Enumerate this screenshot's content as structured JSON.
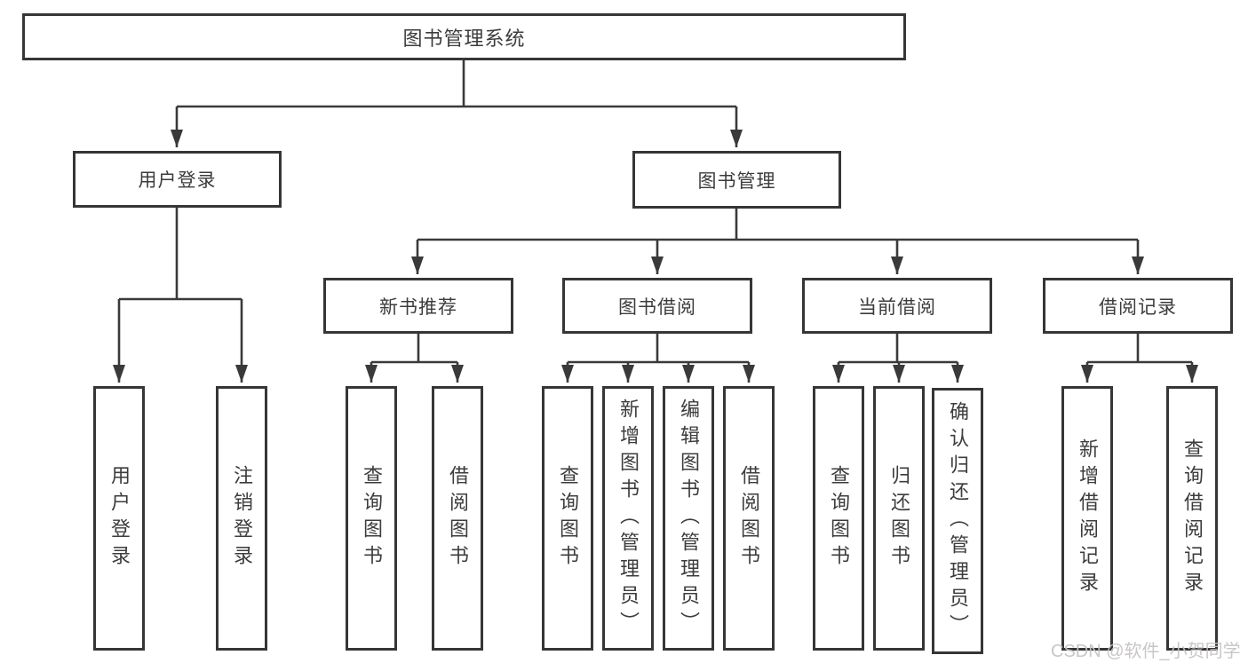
{
  "tree": {
    "root": {
      "label": "图书管理系统"
    },
    "branches": [
      {
        "label": "用户登录",
        "children": [
          {
            "label": "用户登录"
          },
          {
            "label": "注销登录"
          }
        ]
      },
      {
        "label": "图书管理",
        "groups": [
          {
            "label": "新书推荐",
            "children": [
              {
                "label": "查询图书"
              },
              {
                "label": "借阅图书"
              }
            ]
          },
          {
            "label": "图书借阅",
            "children": [
              {
                "label": "查询图书"
              },
              {
                "label": "新增图书（管理员）"
              },
              {
                "label": "编辑图书（管理员）"
              },
              {
                "label": "借阅图书"
              }
            ]
          },
          {
            "label": "当前借阅",
            "children": [
              {
                "label": "查询图书"
              },
              {
                "label": "归还图书"
              },
              {
                "label": "确认归还（管理员）"
              }
            ]
          },
          {
            "label": "借阅记录",
            "children": [
              {
                "label": "新增借阅记录"
              },
              {
                "label": "查询借阅记录"
              }
            ]
          }
        ]
      }
    ]
  },
  "watermark": {
    "text": "CSDN @软件_小贺同学"
  },
  "colors": {
    "line": "#3a3a3a",
    "border": "#363636",
    "text": "#3c3c3c",
    "watermark": "#c6c3c3"
  }
}
